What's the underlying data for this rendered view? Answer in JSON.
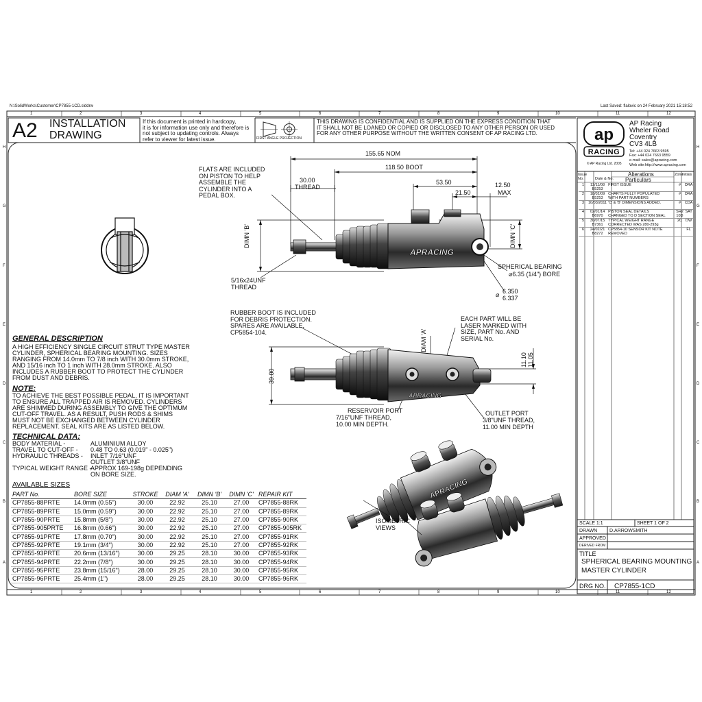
{
  "top_bar": {
    "file_path": "N:\\SolidWorks\\Customer\\CP7855-1CD.slddrw",
    "last_saved": "Last Saved: flalovic on 24 February 2021 15:18:52"
  },
  "grid": {
    "columns": [
      "1",
      "2",
      "3",
      "4",
      "5",
      "6",
      "7",
      "8",
      "9",
      "10",
      "11",
      "12"
    ],
    "rows": [
      "H",
      "G",
      "F",
      "E",
      "D",
      "C",
      "B",
      "A"
    ]
  },
  "header": {
    "sheet_size": "A2",
    "title_line1": "INSTALLATION",
    "title_line2": "DRAWING",
    "hardcopy_note": [
      "If this document is printed in hardcopy,",
      "it is for information use only and therefore is",
      "not subject to updating controls. Always",
      "refer to viewer for latest issue."
    ],
    "projection_label": "FIRST ANGLE PROJECTION",
    "confidential": [
      "THIS DRAWING IS CONFIDENTIAL AND IS SUPPLIED ON THE EXPRESS CONDITION THAT",
      "IT SHALL NOT BE LOANED OR COPIED OR DISCLOSED TO ANY OTHER PERSON OR USED",
      "FOR ANY OTHER PURPOSE WITHOUT THE WRITTEN CONSENT OF AP RACING LTD."
    ]
  },
  "company": {
    "logo_top": "ap",
    "logo_bottom": "RACING",
    "address": [
      "AP Racing",
      "Wheler Road",
      "Coventry",
      "CV3 4LB"
    ],
    "contact": [
      "Tel:  +44 024 7663 9595",
      "Fax: +44 024 7663 9559",
      "e-mail: sales@apracing.com",
      "Web site:http://www.apracing.com"
    ],
    "copyright": "© AP Racing Ltd. 2005"
  },
  "alterations": {
    "headers": {
      "issue": "Issue No.",
      "date": "Date & No.",
      "title": "Alterations",
      "particulars": "Particulars",
      "zone": "Zone",
      "initials": "Initials"
    },
    "rows": [
      {
        "issue": "1",
        "date": "12/11/08",
        "no": "B5253",
        "text": [
          "FIRST ISSUE"
        ],
        "zone": "#",
        "init": "DRA"
      },
      {
        "issue": "2",
        "date": "18/02/09",
        "no": "B5253",
        "text": [
          "CHARTS FULLY POPULATED",
          "WITH PART NUMBERS"
        ],
        "zone": "#",
        "init": "DRA"
      },
      {
        "issue": "3",
        "date": "10/03/2011",
        "no": "",
        "text": [
          "'C' & 'B' DIMENSIONS ADDED."
        ],
        "zone": "#",
        "init": "CDA"
      },
      {
        "issue": "4",
        "date": "02/01/14",
        "no": "B6970",
        "text": [
          "PISTON SEAL DETAILS",
          "CHANGED TO D SECTION SEAL"
        ],
        "zone": "SH2 10D",
        "init": "SAT"
      },
      {
        "issue": "5",
        "date": "30/07/15",
        "no": "B7361",
        "text": [
          "TYPICAL WEIGHT RANGE",
          "CORRECTED WAS 280-293g"
        ],
        "zone": "2C",
        "init": "DW"
      },
      {
        "issue": "6",
        "date": "24/02/21",
        "no": "B8272",
        "text": [
          "CP5854-10 SENSOR KIT NOTE",
          "REMOVED"
        ],
        "zone": "",
        "init": "FL"
      }
    ]
  },
  "title_block": {
    "scale": "SCALE  1:1",
    "sheet": "SHEET  1  OF  2",
    "drawn_label": "DRAWN",
    "drawn_by": "D.ARROWSMITH",
    "approved_label": "APPROVED",
    "derived_label": "DERIVED FROM",
    "title_label": "TITLE",
    "title_line1": "SPHERICAL BEARING MOUNTING",
    "title_line2": "MASTER CYLINDER",
    "drg_label": "DRG NO.",
    "drg_no": "CP7855-1CD"
  },
  "dimensions": {
    "nom": "155.65 NOM",
    "boot": "118.50 BOOT",
    "d53": "53.50",
    "d21": "21.50",
    "d12": "12.50",
    "max": "MAX",
    "thread30": "30.00",
    "thread_word": "THREAD",
    "dimn_b": "DIMN 'B'",
    "dimn_c": "DIMN 'C'",
    "unf": "5/16x24UNF",
    "unf_thread": "THREAD",
    "bearing": "SPHERICAL BEARING",
    "bore": "6.35 (1/4\") BORE",
    "bore_hi": "6.350",
    "bore_lo": "6.337",
    "diam_a": "DIAM 'A'",
    "d39": "39.00",
    "d1110": "11.10",
    "d1105": "11.05"
  },
  "callouts": {
    "flats": [
      "FLATS ARE INCLUDED",
      "ON PISTON TO HELP",
      "ASSEMBLE THE",
      "CYLINDER INTO A",
      "PEDAL BOX."
    ],
    "boot": [
      "RUBBER BOOT IS INCLUDED",
      "FOR DEBRIS PROTECTION.",
      "SPARES ARE AVAILABLE,",
      "CP5854-104."
    ],
    "laser": [
      "EACH PART WILL BE",
      "LASER MARKED WITH",
      "SIZE, PART No. AND",
      "SERIAL No."
    ],
    "reservoir": [
      "RESERVOIR PORT",
      "7/16\"UNF THREAD,",
      "10.00 MIN DEPTH."
    ],
    "outlet": [
      "OUTLET PORT",
      "3/8\"UNF THREAD,",
      "11.00 MIN DEPTH"
    ],
    "isometric": [
      "ISOMETRIC",
      "VIEWS"
    ],
    "brand": "APRACING"
  },
  "general": {
    "heading": "GENERAL DESCRIPTION",
    "lines": [
      "A HIGH EFFICIENCY SINGLE CIRCUIT STRUT TYPE MASTER",
      "CYLINDER, SPHERICAL BEARING MOUNTING. SIZES",
      "RANGING FROM 14.0mm TO 7/8 inch WITH 30.0mm STROKE,",
      "AND 15/16 inch TO 1 inch WITH 28.0mm STROKE.  ALSO",
      "INCLUDES A RUBBER BOOT TO PROTECT THE CYLINDER",
      "FROM DUST AND DEBRIS."
    ]
  },
  "note": {
    "heading": "NOTE:",
    "lines": [
      "TO ACHIEVE THE BEST POSSIBLE PEDAL, IT IS IMPORTANT",
      "TO ENSURE ALL TRAPPED AIR IS REMOVED. CYLINDERS",
      "ARE SHIMMED DURING ASSEMBLY TO GIVE THE OPTIMUM",
      "CUT-OFF TRAVEL. AS A RESULT, PUSH RODS & SHIMS",
      "MUST NOT BE EXCHANGED BETWEEN CYLINDER",
      "REPLACEMENT. SEAL KITS ARE AS LISTED BELOW."
    ]
  },
  "technical": {
    "heading": "TECHNICAL DATA:",
    "rows": [
      {
        "label": "BODY MATERIAL -",
        "value": "ALUMINIUM ALLOY"
      },
      {
        "label": "TRAVEL TO CUT-OFF  -",
        "value": "0.48 TO 0.63 (0.019\" - 0.025\")"
      },
      {
        "label": "HYDRAULIC THREADS -",
        "value": "INLET 7/16\"UNF"
      },
      {
        "label": "",
        "value": "OUTLET 3/8\"UNF"
      },
      {
        "label": "TYPICAL WEIGHT RANGE -",
        "value": "APPROX 169-198g DEPENDING"
      },
      {
        "label": "",
        "value": "ON BORE SIZE."
      }
    ]
  },
  "sizes": {
    "heading": "AVAILABLE SIZES",
    "columns": [
      "PART No.",
      "BORE SIZE",
      "STROKE",
      "DIAM 'A'",
      "DIMN 'B'",
      "DIMN 'C'",
      "REPAIR KIT"
    ],
    "rows": [
      [
        "CP7855-88PRTE",
        "14.0mm (0.55\")",
        "30.00",
        "22.92",
        "25.10",
        "27.00",
        "CP7855-88RK"
      ],
      [
        "CP7855-89PRTE",
        "15.0mm (0.59\")",
        "30.00",
        "22.92",
        "25.10",
        "27.00",
        "CP7855-89RK"
      ],
      [
        "CP7855-90PRTE",
        "15.8mm (5/8\")",
        "30.00",
        "22.92",
        "25.10",
        "27.00",
        "CP7855-90RK"
      ],
      [
        "CP7855-905PRTE",
        "16.8mm (0.66\")",
        "30.00",
        "22.92",
        "25.10",
        "27.00",
        "CP7855-905RK"
      ],
      [
        "CP7855-91PRTE",
        "17.8mm (0.70\")",
        "30.00",
        "22.92",
        "25.10",
        "27.00",
        "CP7855-91RK"
      ],
      [
        "CP7855-92PRTE",
        "19.1mm (3/4\")",
        "30.00",
        "22.92",
        "25.10",
        "27.00",
        "CP7855-92RK"
      ],
      [
        "CP7855-93PRTE",
        "20.6mm (13/16\")",
        "30.00",
        "29.25",
        "28.10",
        "30.00",
        "CP7855-93RK"
      ],
      [
        "CP7855-94PRTE",
        "22.2mm (7/8\")",
        "30.00",
        "29.25",
        "28.10",
        "30.00",
        "CP7855-94RK"
      ],
      [
        "CP7855-95PRTE",
        "23.8mm (15/16\")",
        "28.00",
        "29.25",
        "28.10",
        "30.00",
        "CP7855-95RK"
      ],
      [
        "CP7855-96PRTE",
        "25.4mm (1\")",
        "28.00",
        "29.25",
        "28.10",
        "30.00",
        "CP7855-96RK"
      ]
    ]
  }
}
